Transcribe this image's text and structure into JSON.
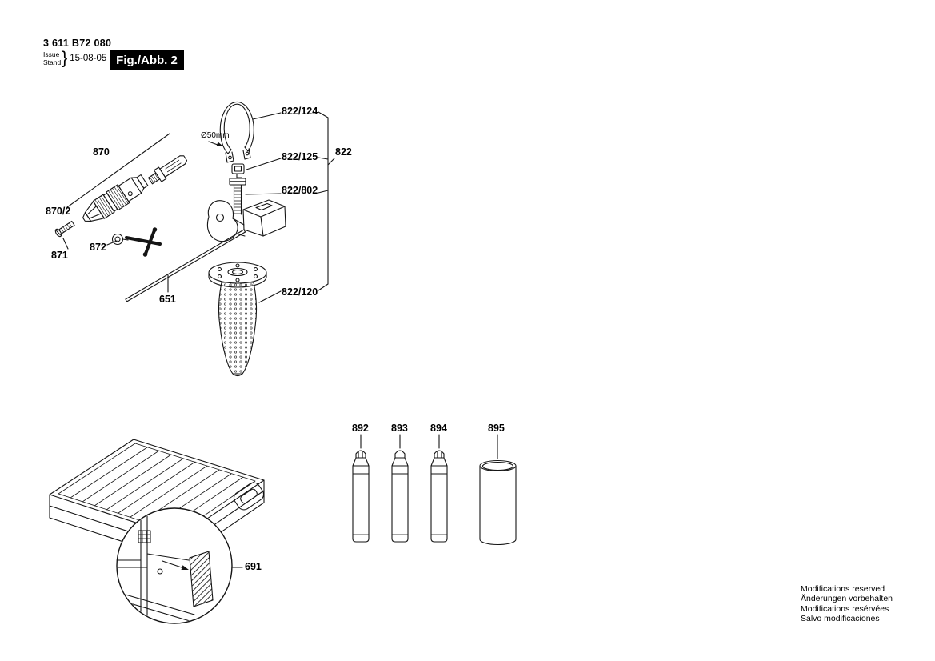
{
  "header": {
    "part_number": "3 611 B72 080",
    "issue_label": "Issue",
    "stand_label": "Stand",
    "brace": "}",
    "issue_date": "15-08-05",
    "figure_label": "Fig./Abb. 2"
  },
  "part_labels": {
    "chuck": "870",
    "chuck_variant": "870/2",
    "screw": "871",
    "chuck_key": "872",
    "depth_rod": "651",
    "clamp_band": "822/124",
    "band_diameter": "Ø50mm",
    "clip": "822/125",
    "wing_bolt": "822/802",
    "handle_assembly": "822",
    "handle_grip": "822/120",
    "grease_tube_1": "892",
    "grease_tube_2": "893",
    "grease_tube_3": "894",
    "canister": "895",
    "case_insert": "691"
  },
  "footer": {
    "line1": "Modifications reserved",
    "line2": "Änderungen vorbehalten",
    "line3": "Modifications resérvées",
    "line4": "Salvo modificaciones"
  }
}
